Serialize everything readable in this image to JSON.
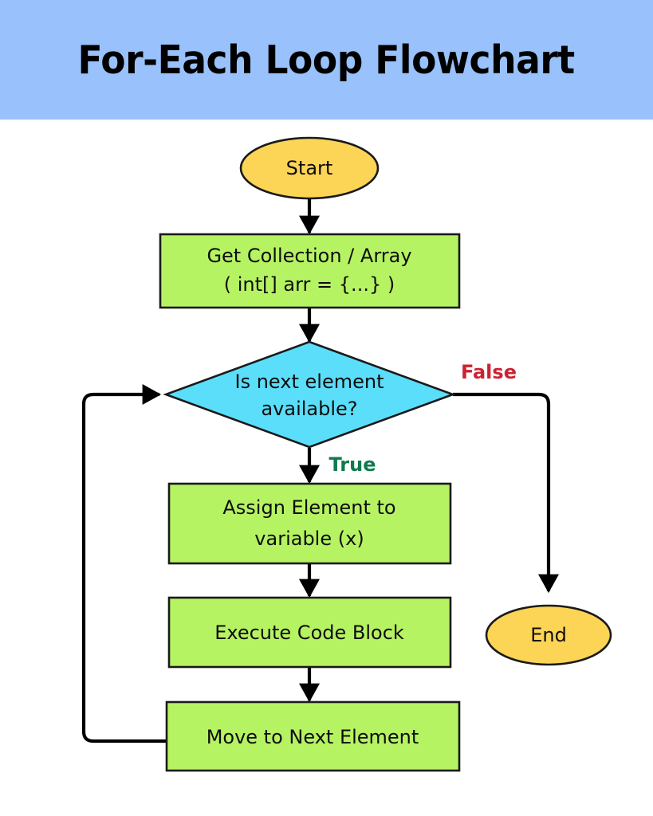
{
  "title": {
    "text": "For-Each Loop Flowchart",
    "banner_color": "#99C1FB",
    "text_color": "#000000"
  },
  "palette": {
    "terminator_fill": "#FCD456",
    "process_fill": "#B6F363",
    "decision_fill": "#5BDEFA",
    "node_stroke": "#1a1a1a",
    "edge_stroke": "#000000",
    "true_label_color": "#0E7B4D",
    "false_label_color": "#CC2233",
    "page_background": "#FFFFFF"
  },
  "chart_data": {
    "type": "diagram",
    "diagram_kind": "flowchart",
    "title": "For-Each Loop Flowchart",
    "orientation": "top-to-bottom",
    "nodes": [
      {
        "id": "start",
        "shape": "ellipse",
        "label": "Start",
        "fill": "#FCD456"
      },
      {
        "id": "get",
        "shape": "rectangle",
        "label": "Get Collection / Array\n( int[] arr = {...} )",
        "fill": "#B6F363"
      },
      {
        "id": "decision",
        "shape": "diamond",
        "label": "Is next element\navailable?",
        "fill": "#5BDEFA"
      },
      {
        "id": "assign",
        "shape": "rectangle",
        "label": "Assign Element to\nvariable (x)",
        "fill": "#B6F363"
      },
      {
        "id": "execute",
        "shape": "rectangle",
        "label": "Execute Code Block",
        "fill": "#B6F363"
      },
      {
        "id": "move",
        "shape": "rectangle",
        "label": "Move to Next Element",
        "fill": "#B6F363"
      },
      {
        "id": "end",
        "shape": "ellipse",
        "label": "End",
        "fill": "#FCD456"
      }
    ],
    "edges": [
      {
        "from": "start",
        "to": "get",
        "label": ""
      },
      {
        "from": "get",
        "to": "decision",
        "label": ""
      },
      {
        "from": "decision",
        "to": "assign",
        "label": "True"
      },
      {
        "from": "decision",
        "to": "end",
        "label": "False"
      },
      {
        "from": "assign",
        "to": "execute",
        "label": ""
      },
      {
        "from": "execute",
        "to": "move",
        "label": ""
      },
      {
        "from": "move",
        "to": "decision",
        "label": ""
      }
    ]
  },
  "nodes": {
    "start": {
      "label": "Start"
    },
    "get": {
      "line1": "Get Collection / Array",
      "line2": "( int[] arr = {...} )"
    },
    "decision": {
      "line1": "Is next element",
      "line2": "available?"
    },
    "assign": {
      "line1": "Assign Element to",
      "line2": "variable (x)"
    },
    "execute": {
      "label": "Execute Code Block"
    },
    "move": {
      "label": "Move to Next Element"
    },
    "end": {
      "label": "End"
    }
  },
  "edge_labels": {
    "true": "True",
    "false": "False"
  }
}
